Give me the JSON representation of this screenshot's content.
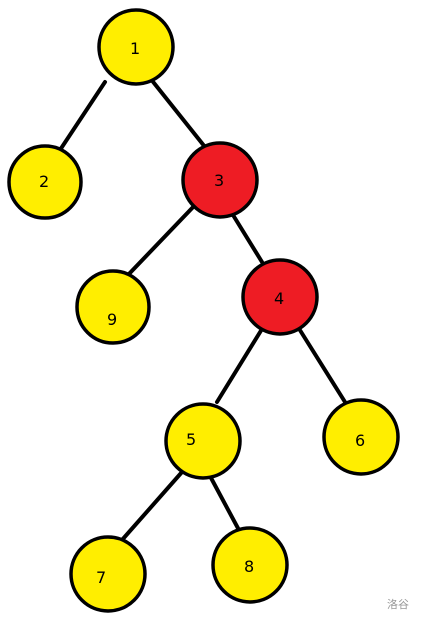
{
  "tree": {
    "colors": {
      "normal_fill": "#ffee00",
      "highlight_fill": "#ee1c24",
      "stroke": "#000000"
    },
    "nodes": [
      {
        "id": "n1",
        "label": "1",
        "highlighted": false
      },
      {
        "id": "n2",
        "label": "2",
        "highlighted": false
      },
      {
        "id": "n3",
        "label": "3",
        "highlighted": true
      },
      {
        "id": "n9",
        "label": "9",
        "highlighted": false
      },
      {
        "id": "n4",
        "label": "4",
        "highlighted": true
      },
      {
        "id": "n5",
        "label": "5",
        "highlighted": false
      },
      {
        "id": "n6",
        "label": "6",
        "highlighted": false
      },
      {
        "id": "n7",
        "label": "7",
        "highlighted": false
      },
      {
        "id": "n8",
        "label": "8",
        "highlighted": false
      }
    ],
    "edges": [
      {
        "from": "1",
        "to": "2"
      },
      {
        "from": "1",
        "to": "3"
      },
      {
        "from": "3",
        "to": "9"
      },
      {
        "from": "3",
        "to": "4"
      },
      {
        "from": "4",
        "to": "5"
      },
      {
        "from": "4",
        "to": "6"
      },
      {
        "from": "5",
        "to": "7"
      },
      {
        "from": "5",
        "to": "8"
      }
    ]
  },
  "watermark": "洛谷"
}
